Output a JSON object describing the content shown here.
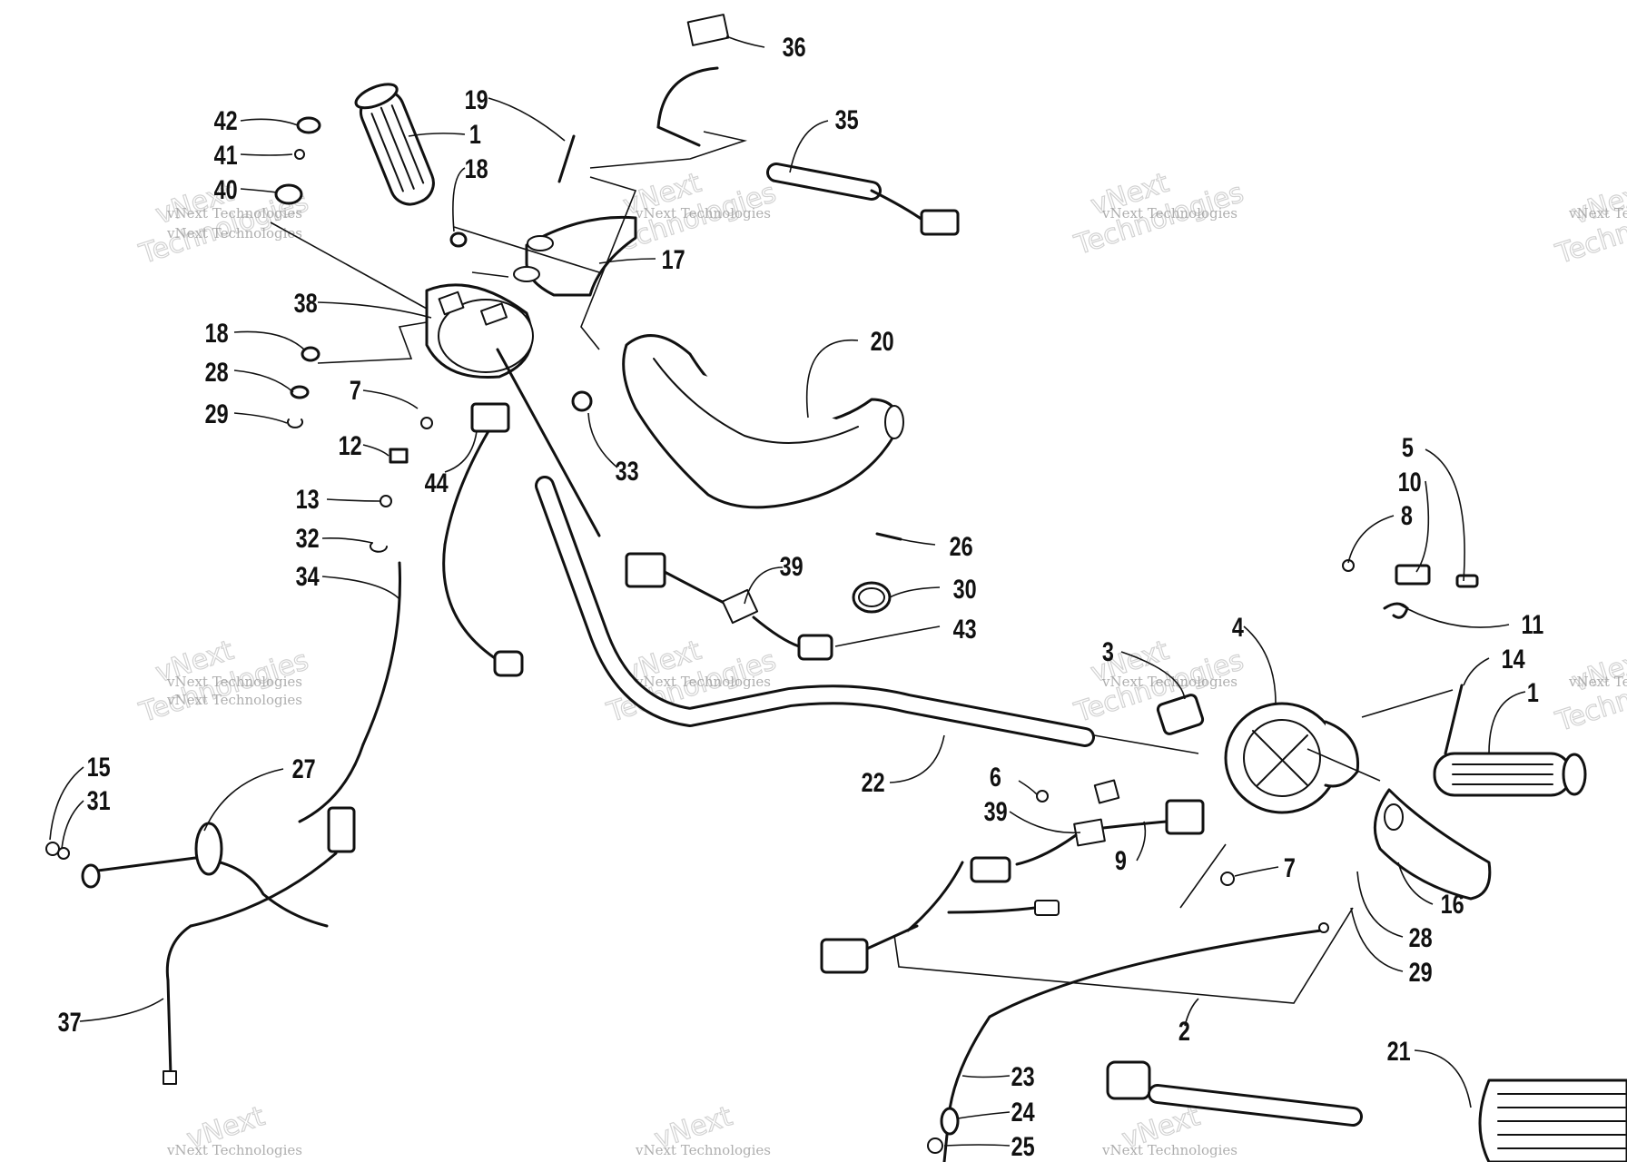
{
  "diagram": {
    "watermark": {
      "small": "vNext Technologies",
      "line1": "vNext",
      "line2": "Technologies"
    },
    "callouts": [
      {
        "id": "c36",
        "text": "36"
      },
      {
        "id": "c35",
        "text": "35"
      },
      {
        "id": "c42",
        "text": "42"
      },
      {
        "id": "c41",
        "text": "41"
      },
      {
        "id": "c40",
        "text": "40"
      },
      {
        "id": "c1a",
        "text": "1"
      },
      {
        "id": "c19",
        "text": "19"
      },
      {
        "id": "c18a",
        "text": "18"
      },
      {
        "id": "c17",
        "text": "17"
      },
      {
        "id": "c38",
        "text": "38"
      },
      {
        "id": "c18b",
        "text": "18"
      },
      {
        "id": "c28a",
        "text": "28"
      },
      {
        "id": "c29a",
        "text": "29"
      },
      {
        "id": "c7a",
        "text": "7"
      },
      {
        "id": "c12",
        "text": "12"
      },
      {
        "id": "c44",
        "text": "44"
      },
      {
        "id": "c13",
        "text": "13"
      },
      {
        "id": "c33",
        "text": "33"
      },
      {
        "id": "c20",
        "text": "20"
      },
      {
        "id": "c26",
        "text": "26"
      },
      {
        "id": "c32",
        "text": "32"
      },
      {
        "id": "c34",
        "text": "34"
      },
      {
        "id": "c39a",
        "text": "39"
      },
      {
        "id": "c30",
        "text": "30"
      },
      {
        "id": "c43",
        "text": "43"
      },
      {
        "id": "c5",
        "text": "5"
      },
      {
        "id": "c10",
        "text": "10"
      },
      {
        "id": "c8",
        "text": "8"
      },
      {
        "id": "c11",
        "text": "11"
      },
      {
        "id": "c14",
        "text": "14"
      },
      {
        "id": "c1b",
        "text": "1"
      },
      {
        "id": "c3",
        "text": "3"
      },
      {
        "id": "c4",
        "text": "4"
      },
      {
        "id": "c22",
        "text": "22"
      },
      {
        "id": "c6",
        "text": "6"
      },
      {
        "id": "c39b",
        "text": "39"
      },
      {
        "id": "c9",
        "text": "9"
      },
      {
        "id": "c7b",
        "text": "7"
      },
      {
        "id": "c16",
        "text": "16"
      },
      {
        "id": "c28b",
        "text": "28"
      },
      {
        "id": "c29b",
        "text": "29"
      },
      {
        "id": "c15",
        "text": "15"
      },
      {
        "id": "c31",
        "text": "31"
      },
      {
        "id": "c27",
        "text": "27"
      },
      {
        "id": "c37",
        "text": "37"
      },
      {
        "id": "c2",
        "text": "2"
      },
      {
        "id": "c23",
        "text": "23"
      },
      {
        "id": "c24",
        "text": "24"
      },
      {
        "id": "c25",
        "text": "25"
      },
      {
        "id": "c21",
        "text": "21"
      }
    ]
  }
}
